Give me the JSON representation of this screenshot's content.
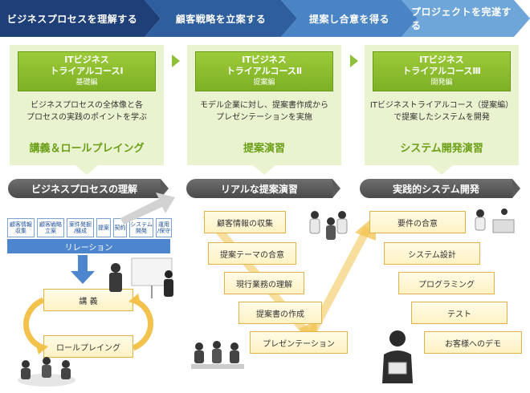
{
  "phases": [
    {
      "label": "ビジネスプロセスを理解する"
    },
    {
      "label": "顧客戦略を立案する"
    },
    {
      "label": "提案し合意を得る"
    },
    {
      "label": "プロジェクトを完遂する"
    }
  ],
  "courses": [
    {
      "title1": "ITビジネス",
      "title2": "トライアルコースⅠ",
      "subtitle": "基礎編",
      "desc1": "ビジネスプロセスの全体像と各",
      "desc2": "プロセスの実践のポイントを学ぶ",
      "keyword": "講義＆ロールプレイング"
    },
    {
      "title1": "ITビジネス",
      "title2": "トライアルコースⅡ",
      "subtitle": "提案編",
      "desc1": "モデル企業に対し、提案書作成から",
      "desc2": "プレゼンテーションを実施",
      "keyword": "提案演習"
    },
    {
      "title1": "ITビジネス",
      "title2": "トライアルコースⅢ",
      "subtitle": "開発編",
      "desc1": "ITビジネストライアルコース（提案編）",
      "desc2": "で提案したシステムを開発",
      "keyword": "システム開発演習"
    }
  ],
  "banners": [
    "ビジネスプロセスの理解",
    "リアルな提案演習",
    "実践的システム開発"
  ],
  "process_boxes": [
    {
      "l1": "顧客情報",
      "l2": "収集"
    },
    {
      "l1": "顧客戦略",
      "l2": "立案"
    },
    {
      "l1": "案件発掘",
      "l2": "/醸成"
    },
    {
      "l1": "提案",
      "l2": ""
    },
    {
      "l1": "契約",
      "l2": ""
    },
    {
      "l1": "システム",
      "l2": "開発"
    },
    {
      "l1": "運用",
      "l2": "/保守"
    }
  ],
  "relation_label": "リレーション",
  "cycle_steps": [
    "講 義",
    "ロールプレイング"
  ],
  "proposal_steps": [
    "顧客情報の収集",
    "提案テーマの合意",
    "現行業務の理解",
    "提案書の作成",
    "プレゼンテーション"
  ],
  "dev_steps": [
    "要件の合意",
    "システム設計",
    "プログラミング",
    "テスト",
    "お客様へのデモ"
  ],
  "colors": {
    "accent_green": "#8dc03b",
    "panel_bg": "#eaf3cf",
    "step_border": "#e0b24a",
    "blue": "#4d86cf"
  }
}
